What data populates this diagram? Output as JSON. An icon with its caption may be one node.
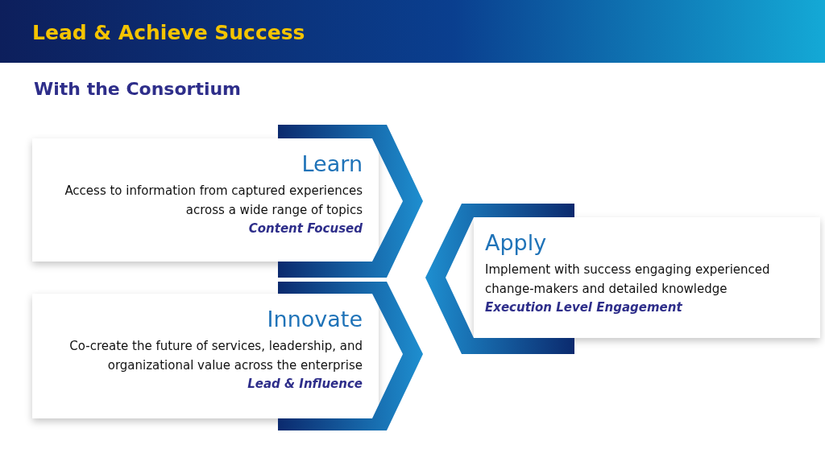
{
  "diagram": {
    "title": "Lead & Achieve Success",
    "nodes": [
      {
        "text": [
          "Learn",
          "Access to information from captured  experiences across a wide range of topics",
          "Content Focused"
        ]
      },
      {
        "text": [
          "Apply",
          "Implement with success engaging experienced change-makers and detailed knowledge",
          "Execution Level Engagement"
        ]
      },
      {
        "text": [
          "Innovate",
          "Co-create the future of services, leadership, and organizational value across the enterprise",
          "Lead & Influence"
        ]
      }
    ],
    "labels": [
      "With the Consortium"
    ]
  }
}
